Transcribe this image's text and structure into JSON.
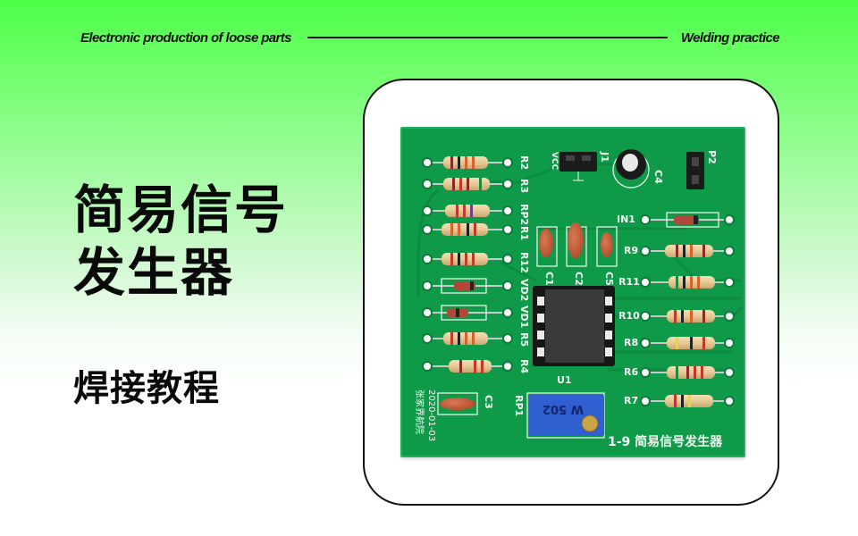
{
  "header": {
    "left_caption": "Electronic production of loose parts",
    "right_caption": "Welding practice"
  },
  "title": {
    "line1": "简易信号",
    "line2": "发生器",
    "subtitle": "焊接教程"
  },
  "colors": {
    "background_top": "#4dff47",
    "background_bottom": "#ffffff",
    "pcb_green": "#0f9a4a",
    "silkscreen": "#f2f7f2",
    "frame_border": "#111111",
    "potentiometer_blue": "#2f5fd0"
  },
  "pcb": {
    "board_title": "1-9 简易信号发生器",
    "date": "2020-01-03",
    "author": "张家界航院",
    "left_labels": [
      "R2",
      "R3",
      "RP2",
      "R1",
      "R12",
      "VD2",
      "VD1",
      "R5",
      "R4"
    ],
    "right_labels": [
      "IN1",
      "R9",
      "R11",
      "R10",
      "R8",
      "R6",
      "R7"
    ],
    "capacitor_labels": [
      "C1",
      "C2",
      "C5",
      "C3",
      "C4"
    ],
    "connector_labels": [
      "J1",
      "P2"
    ],
    "vcc_label": "VCC",
    "ic_label": "U1",
    "pot_label": "RP1",
    "pot_marking": "W 502"
  }
}
